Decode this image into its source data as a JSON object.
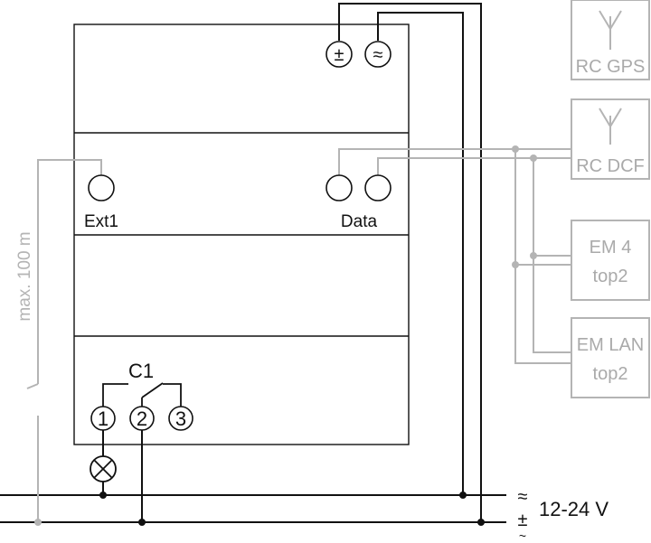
{
  "device": {
    "power_plus_symbol": "±",
    "power_ac_symbol": "≈",
    "ext1_label": "Ext1",
    "data_label": "Data"
  },
  "relay": {
    "label": "C1",
    "terminals": [
      "1",
      "2",
      "3"
    ]
  },
  "cable": {
    "max_length_label": "max. 100 m"
  },
  "modules": [
    {
      "name": "rc-gps",
      "lines": [
        "RC GPS"
      ]
    },
    {
      "name": "rc-dcf",
      "lines": [
        "RC DCF"
      ]
    },
    {
      "name": "em4",
      "lines": [
        "EM 4",
        "top2"
      ]
    },
    {
      "name": "em-lan",
      "lines": [
        "EM LAN",
        "top2"
      ]
    }
  ],
  "supply": {
    "ac_symbol": "≈",
    "dc_symbol": "±",
    "dc_tilde": "~",
    "voltage_label": "12-24 V"
  },
  "colors": {
    "line_dark": "#111111",
    "line_gray": "#b4b4b4",
    "module_text": "#aaaaaa"
  }
}
